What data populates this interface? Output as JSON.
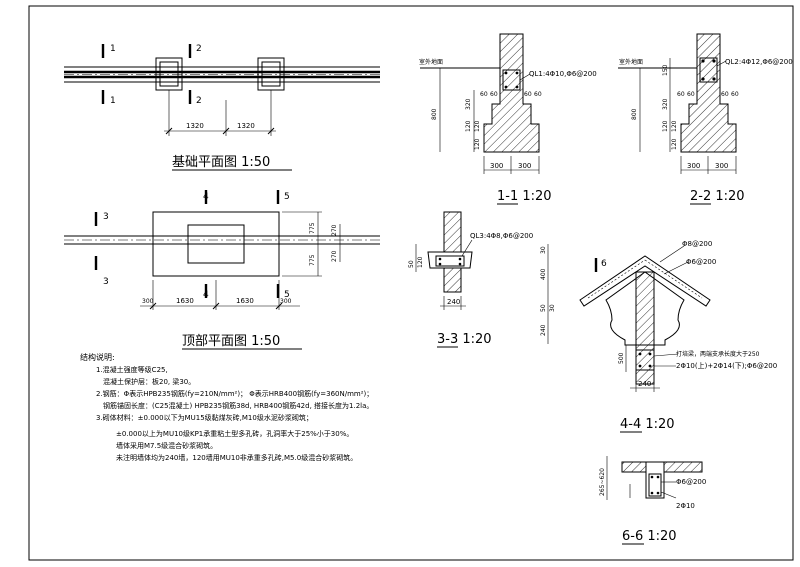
{
  "foundation_plan": {
    "title": "基础平面图 1:50",
    "dim_left": "1320",
    "dim_right": "1320",
    "sec1": "1",
    "sec2": "2"
  },
  "roof_plan": {
    "title": "顶部平面图 1:50",
    "dim_left": "1630",
    "dim_right": "1630",
    "dim_small_left": "300",
    "dim_small_right": "300",
    "dim_775_top": "775",
    "dim_775_bottom": "775",
    "dim_270_top": "270",
    "dim_270_bottom": "270",
    "sec3": "3",
    "sec4": "4",
    "sec5": "5"
  },
  "section_1": {
    "title": "1-1 1:20",
    "beam_label": "QL1:4Φ10,Φ6@200",
    "ground_label": "室外地面",
    "dim_800": "800",
    "dim_320": "320",
    "dim_120a": "120",
    "dim_120b": "120",
    "dim_120c": "120",
    "dim_60a": "60",
    "dim_60b": "60",
    "dim_60c": "60",
    "dim_60d": "60",
    "dim_300a": "300",
    "dim_300b": "300"
  },
  "section_2": {
    "title": "2-2 1:20",
    "beam_label": "QL2:4Φ12,Φ6@200",
    "ground_label": "室外地面",
    "dim_800": "800",
    "dim_320": "320",
    "dim_120a": "120",
    "dim_120b": "120",
    "dim_120c": "120",
    "dim_150": "150",
    "dim_60a": "60",
    "dim_60b": "60",
    "dim_60c": "60",
    "dim_60d": "60",
    "dim_300a": "300",
    "dim_300b": "300"
  },
  "section_3": {
    "title": "3-3 1:20",
    "beam_label": "QL3:4Φ8,Φ6@200",
    "dim_50": "50",
    "dim_120": "120",
    "dim_240": "240"
  },
  "section_4": {
    "title": "4-4 1:20",
    "rebar_top": "Φ8@200",
    "rebar_mid": "Φ6@200",
    "label_6": "6",
    "dim_30": "30",
    "dim_400": "400",
    "dim_50": "50",
    "dim_30b": "30",
    "dim_240v": "240",
    "dim_500": "500",
    "dim_240": "240",
    "beam_note": "打培梁，两端支承长度大于250",
    "beam_rebar": "2Φ10(上)+2Φ14(下);Φ6@200"
  },
  "section_6": {
    "title": "6-6 1:20",
    "dim_side": "265~620",
    "rebar_stirrup": "Φ6@200",
    "rebar_main": "2Φ10"
  },
  "notes": {
    "heading": "结构说明:",
    "line1": "1.混凝土强度等级C25,",
    "line2": "混凝土保护层：板20, 梁30。",
    "line3": "2.钢筋：Φ表示HPB235钢筋(fy=210N/mm²)；  Φ表示HRB400钢筋(fy=360N/mm²)；",
    "line4": "钢筋锚固长度：(C25混凝土) HPB235钢筋38d, HRB400钢筋42d, 搭接长度为1.2la。",
    "line5": "3.砌体材料：±0.000以下为MU15级黏煤灰砖,M10级水泥砂浆砌筑；",
    "line6": "±0.000以上为MU10级KP1承重粘土型多孔砖，孔洞率大于25%小于30%。",
    "line7": "墙体采用M7.5级混合砂浆砌筑。",
    "line8": "未注明墙体均为240墙，120墙用MU10非承重多孔砖,M5.0级混合砂浆砌筑。"
  }
}
